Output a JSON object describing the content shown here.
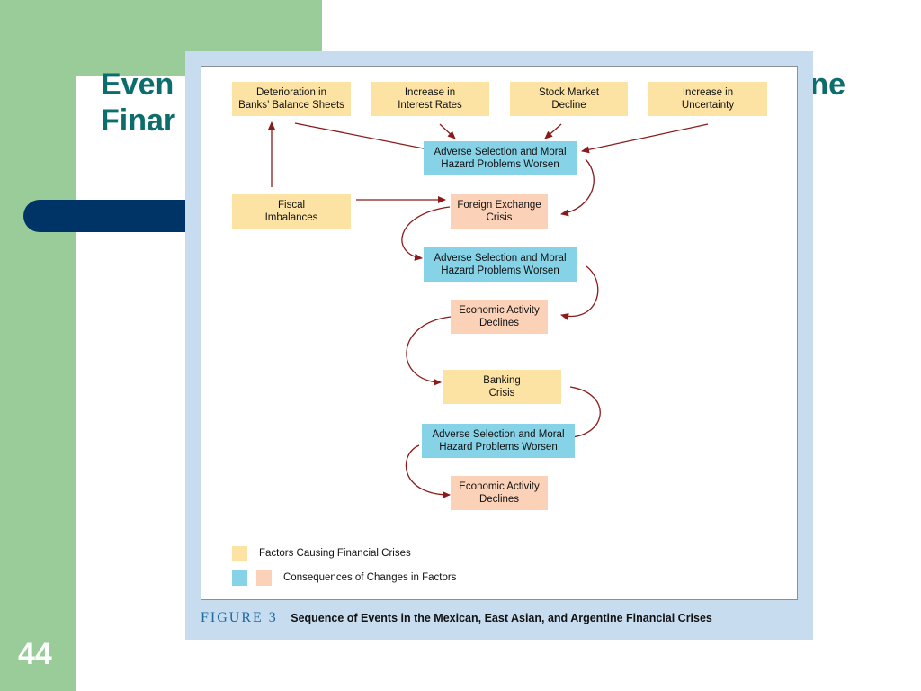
{
  "slide": {
    "title_visible_left": "Even",
    "title_visible_left_line2": "Finar",
    "title_visible_right": "tine",
    "slide_number": "44",
    "colors": {
      "green": "#99cc99",
      "navy": "#003366",
      "title": "#0d6d6d",
      "factor": "#fde3a3",
      "consequence_blue": "#86d3e8",
      "consequence_pink": "#fbd2b8",
      "arrow": "#8b1a1a"
    }
  },
  "figure": {
    "number": "FIGURE 3",
    "caption": "Sequence of Events in the Mexican, East Asian, and Argentine Financial Crises",
    "nodes": {
      "deterioration": "Deterioration in\nBanks’ Balance Sheets",
      "interest_rates": "Increase in\nInterest Rates",
      "stock_market": "Stock Market\nDecline",
      "uncertainty": "Increase in\nUncertainty",
      "adverse_1": "Adverse Selection and Moral\nHazard Problems Worsen",
      "fiscal": "Fiscal\nImbalances",
      "fx_crisis": "Foreign Exchange\nCrisis",
      "adverse_2": "Adverse Selection and Moral\nHazard Problems Worsen",
      "econ_decline_1": "Economic Activity\nDeclines",
      "banking_crisis": "Banking\nCrisis",
      "adverse_3": "Adverse Selection and Moral\nHazard Problems Worsen",
      "econ_decline_2": "Economic Activity\nDeclines"
    },
    "legend": {
      "factors": "Factors Causing Financial Crises",
      "consequences": "Consequences of Changes in Factors"
    }
  }
}
